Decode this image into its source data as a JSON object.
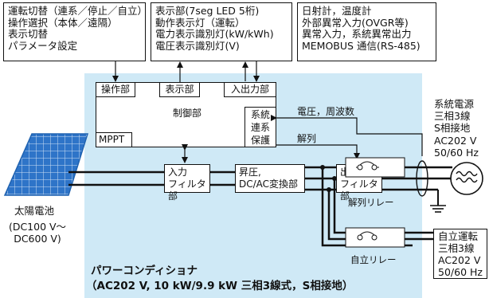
{
  "top_boxes": {
    "left": [
      "運転切替（連系／停止／自立）",
      "操作選択（本体／遠隔）",
      "表示切替",
      "パラメータ設定"
    ],
    "middle": [
      "表示部(7seg LED 5桁)",
      "動作表示灯（運転）",
      "電力表示識別灯(kW/kWh)",
      "電圧表示識別灯(V)"
    ],
    "right": [
      "日射計，温度計",
      "外部異常入力(OVGR等)",
      "異常入力，系統異常出力",
      "MEMOBUS 通信(RS-485)"
    ]
  },
  "blocks": {
    "operation": "操作部",
    "display": "表示部",
    "io": "入出力部",
    "control": "制御部",
    "grid_protection": [
      "系統",
      "連系",
      "保護"
    ],
    "mppt": "MPPT",
    "input_filter": [
      "入力",
      "フィルタ部"
    ],
    "converter": [
      "昇圧,",
      "DC/AC変換部"
    ],
    "output_filter": [
      "出力",
      "フィルタ部"
    ]
  },
  "signals": {
    "voltage_freq": "電圧，周波数",
    "disconnect": "解列"
  },
  "relays": {
    "disconnect_relay": "解列リレー",
    "standalone_relay": "自立リレー"
  },
  "solar": {
    "name": "太陽電池",
    "range": [
      "(DC100 V〜",
      "DC600 V)"
    ]
  },
  "grid_source": [
    "系統電源",
    "三相3線",
    "S相接地",
    "AC202 V",
    "50/60 Hz"
  ],
  "standalone_output": [
    "自立運転",
    "三相3線",
    "AC202 V",
    "50/60 Hz"
  ],
  "pcs_caption": [
    "パワーコンディショナ",
    "（AC202 V, 10 kW/9.9 kW 三相3線式，S相接地）"
  ],
  "colors": {
    "panel_bg": "#cfe9f6",
    "solar_blue": "#1f62b0",
    "line": "#111111"
  }
}
